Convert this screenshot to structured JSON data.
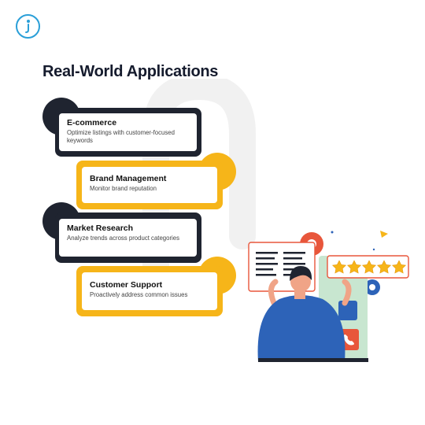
{
  "page": {
    "title": "Real-World Applications"
  },
  "colors": {
    "dark": "#1f2430",
    "accent": "#f6b519",
    "logo": "#2a9fd8",
    "shirt": "#2d63b8"
  },
  "logo": {
    "icon": "brand-logo-icon"
  },
  "applications": [
    {
      "title": "E-commerce",
      "description": "Optimize listings with customer-focused keywords"
    },
    {
      "title": "Brand Management",
      "description": "Monitor brand reputation"
    },
    {
      "title": "Market Research",
      "description": "Analyze trends across product categories"
    },
    {
      "title": "Customer Support",
      "description": "Proactively address common issues"
    }
  ],
  "illustration": {
    "rating_stars": 5,
    "icons": [
      "gear-icon",
      "phone-icon",
      "star-icon"
    ]
  }
}
